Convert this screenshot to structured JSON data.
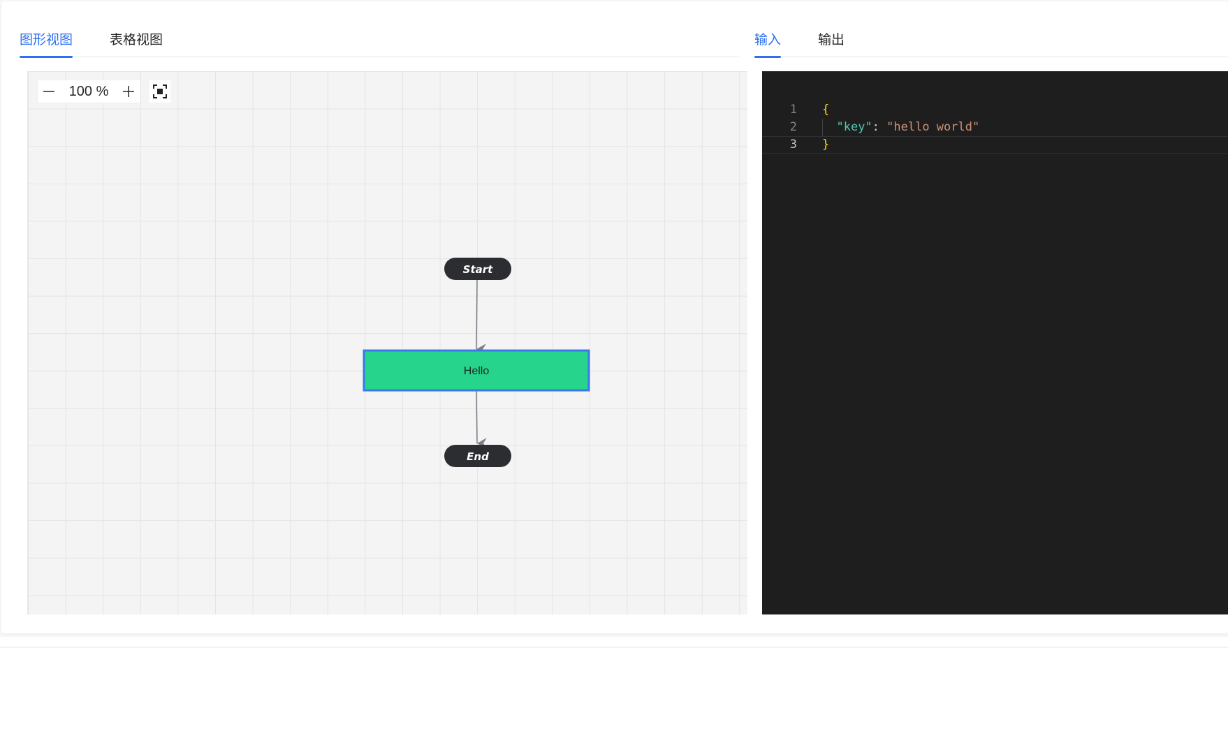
{
  "left_tabs": [
    {
      "label": "图形视图",
      "active": true
    },
    {
      "label": "表格视图",
      "active": false
    }
  ],
  "right_tabs": [
    {
      "label": "输入",
      "active": true
    },
    {
      "label": "输出",
      "active": false
    }
  ],
  "toolbar": {
    "zoom_out_icon": "minus-icon",
    "zoom_value": "100 %",
    "zoom_in_icon": "plus-icon",
    "fit_icon": "fit-screen-icon"
  },
  "flow": {
    "start_label": "Start",
    "task_label": "Hello",
    "end_label": "End",
    "colors": {
      "terminal_fill": "#2b2d31",
      "task_fill": "#26d48c",
      "task_border": "#3a78ef",
      "edge": "#7b7f86"
    }
  },
  "editor": {
    "lines": [
      {
        "number": "1"
      },
      {
        "number": "2"
      },
      {
        "number": "3"
      }
    ],
    "json_key": "\"key\"",
    "json_colon": ": ",
    "json_value": "\"hello world\"",
    "open_brace": "{",
    "close_brace": "}",
    "colors": {
      "background": "#1e1e1e",
      "brace": "#ffd700",
      "key": "#4ec9b0",
      "string": "#ce9178"
    }
  },
  "accent": "#2f6ff0"
}
